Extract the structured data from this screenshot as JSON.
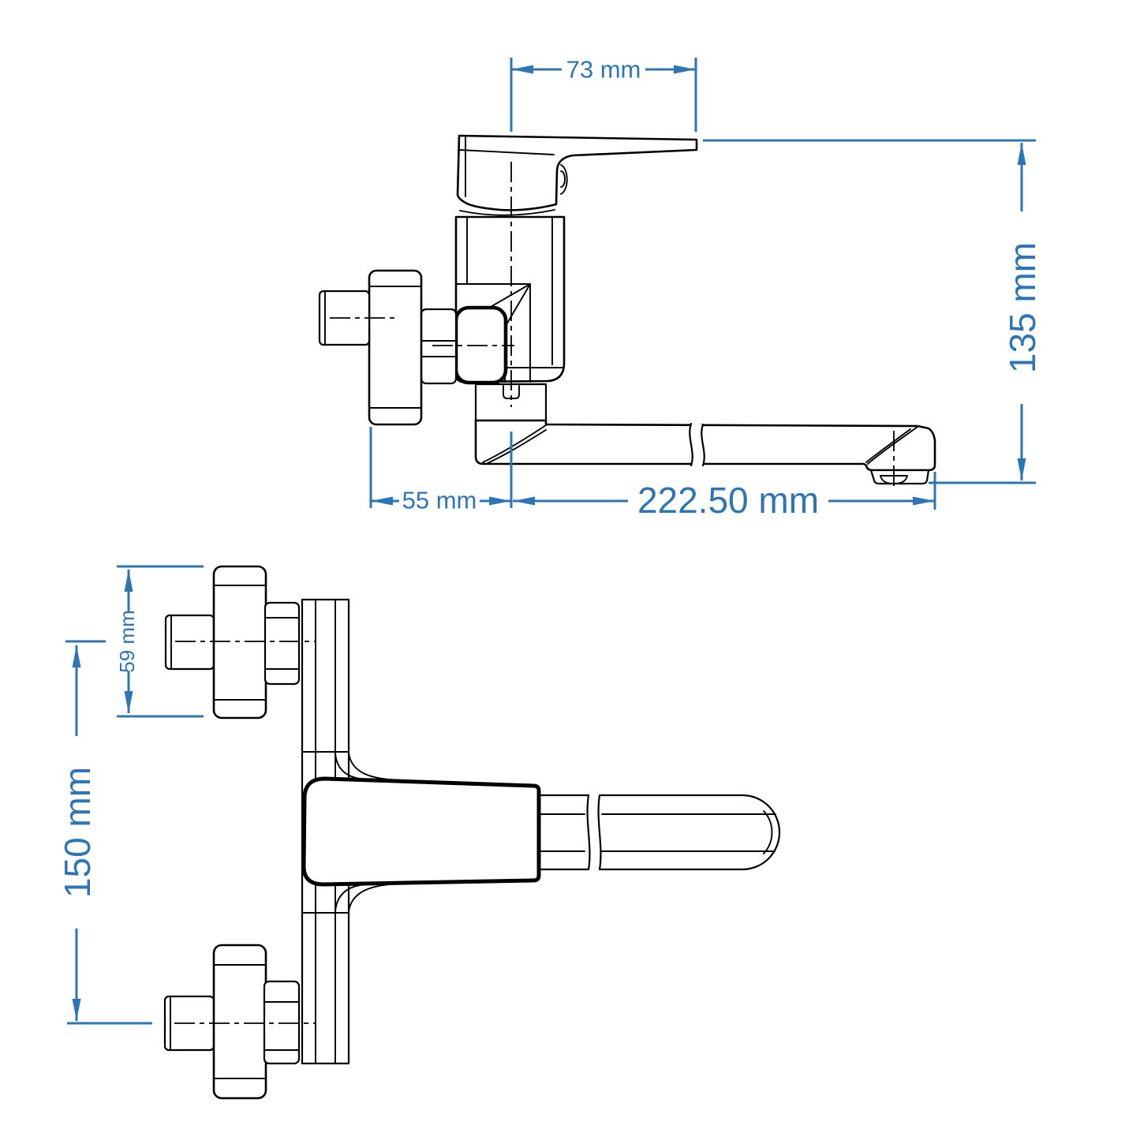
{
  "colors": {
    "dimension_blue": "#2E75B6",
    "outline_black": "#000000",
    "background": "#FFFFFF"
  },
  "dimensions": {
    "handle_width": "73 mm",
    "total_height": "135 mm",
    "wall_to_center": "55 mm",
    "spout_reach": "222.50 mm",
    "flange_diameter": "59 mm",
    "connection_centers": "150 mm"
  }
}
